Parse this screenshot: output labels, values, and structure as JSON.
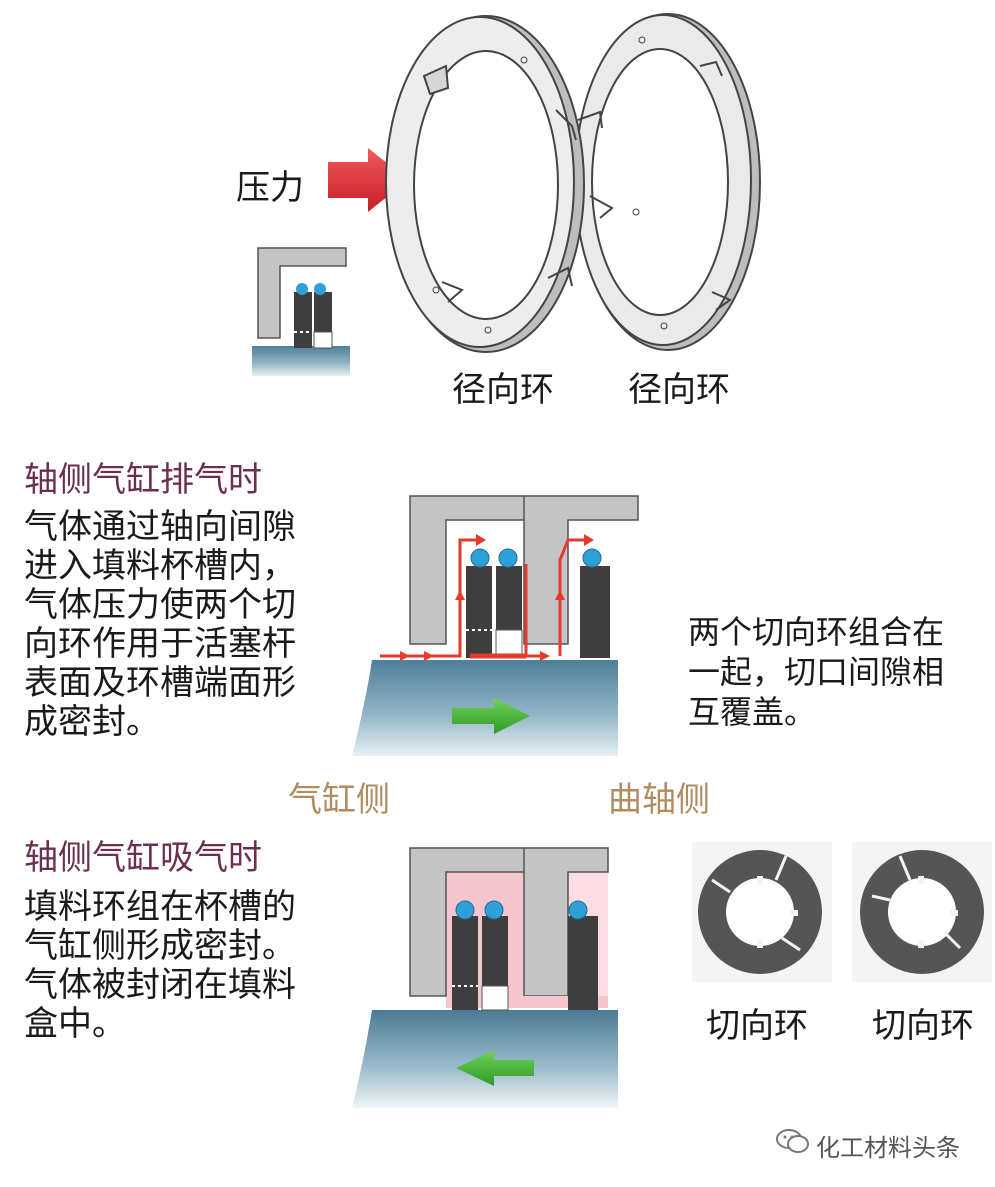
{
  "top": {
    "pressure_label": "压力",
    "ring_labels": [
      "径向环",
      "径向环"
    ]
  },
  "exhaust": {
    "heading": "轴侧气缸排气时",
    "lines": [
      "气体通过轴向间隙",
      "进入填料杯槽内，",
      "气体压力使两个切",
      "向环作用于活塞杆",
      "表面及环槽端面形",
      "成密封。"
    ]
  },
  "note": {
    "lines": [
      "两个切向环组合在",
      "一起，切口间隙相",
      "互覆盖。"
    ]
  },
  "sides": {
    "cylinder_side": "气缸侧",
    "crank_side": "曲轴侧"
  },
  "intake": {
    "heading": "轴侧气缸吸气时",
    "lines": [
      "填料环组在杯槽的",
      "气缸侧形成密封。",
      "气体被封闭在填料",
      "盒中。"
    ]
  },
  "tangential": {
    "labels": [
      "切向环",
      "切向环"
    ]
  },
  "watermark": "化工材料头条",
  "colors": {
    "pressure_arrow": "#e0303a",
    "rod_blue": "#3b6f8c",
    "cup_gray": "#c4c4c4",
    "ring_dark": "#3e3e3e",
    "oring_blue": "#2f9fd8",
    "flow_red": "#e53a2e",
    "seal_pink": "#f6c6cf",
    "motion_green": "#4bbf3a",
    "heading_color": "#6b2f4f",
    "side_label_color": "#b08d60"
  }
}
